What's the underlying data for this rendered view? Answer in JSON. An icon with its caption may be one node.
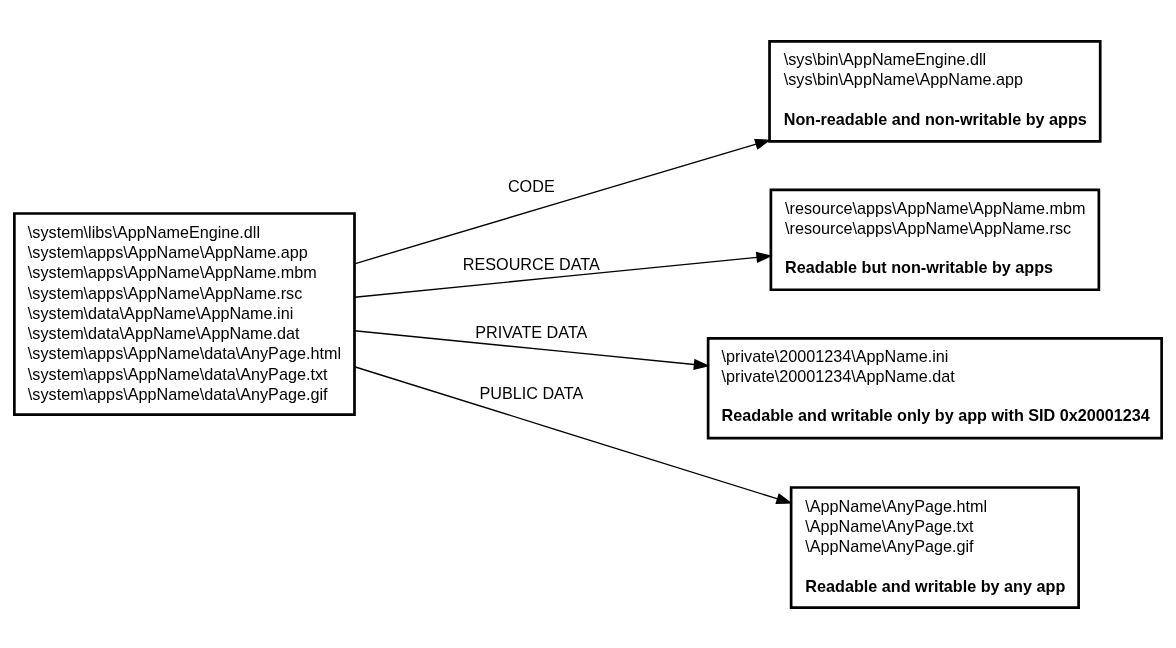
{
  "diagram": {
    "nodes": [
      {
        "text": [
          "\\system\\libs\\AppNameEngine.dll",
          "\\system\\apps\\AppName\\AppName.app",
          "\\system\\apps\\AppName\\AppName.mbm",
          "\\system\\apps\\AppName\\AppName.rsc",
          "\\system\\data\\AppName\\AppName.ini",
          "\\system\\data\\AppName\\AppName.dat",
          "\\system\\apps\\AppName\\data\\AnyPage.html",
          "\\system\\apps\\AppName\\data\\AnyPage.txt",
          "\\system\\apps\\AppName\\data\\AnyPage.gif"
        ]
      },
      {
        "text": [
          "\\sys\\bin\\AppNameEngine.dll",
          "\\sys\\bin\\AppName\\AppName.app",
          "**Non-readable and non-writable by apps**"
        ]
      },
      {
        "text": [
          "\\resource\\apps\\AppName\\AppName.mbm",
          "\\resource\\apps\\AppName\\AppName.rsc",
          "**Readable but non-writable by apps**"
        ]
      },
      {
        "text": [
          "\\private\\20001234\\AppName.ini",
          "\\private\\20001234\\AppName.dat",
          "**Readable and writable only by app with SID 0x20001234**"
        ]
      },
      {
        "text": [
          "\\AppName\\AnyPage.html",
          "\\AppName\\AnyPage.txt",
          "\\AppName\\AnyPage.gif",
          "**Readable and writable by any app**"
        ]
      }
    ],
    "edges": [
      {
        "from": 0,
        "to": 1,
        "arrow": "to",
        "label": "CODE"
      },
      {
        "from": 0,
        "to": 2,
        "arrow": "to",
        "label": "RESOURCE DATA"
      },
      {
        "from": 0,
        "to": 3,
        "arrow": "to",
        "label": "PRIVATE DATA"
      },
      {
        "from": 0,
        "to": 4,
        "arrow": "to",
        "label": "PUBLIC DATA"
      }
    ]
  }
}
